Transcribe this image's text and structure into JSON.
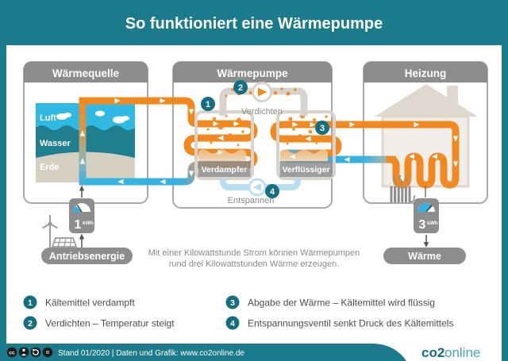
{
  "title": "So funktioniert eine Wärmepumpe",
  "boxes": {
    "source": "Wärmequelle",
    "pump": "Wärmepumpe",
    "heating": "Heizung"
  },
  "source_layers": {
    "air": "Luft",
    "water": "Wasser",
    "earth": "Erde"
  },
  "pump_labels": {
    "compress": "Verdichten",
    "evaporator": "Verdampfer",
    "condenser": "Verflüssiger",
    "expand": "Entspannen"
  },
  "badges": {
    "b1": "1",
    "b2": "2",
    "b3": "3",
    "b4": "4"
  },
  "meters": {
    "input_value": "1",
    "input_unit": "kWh",
    "output_value": "3",
    "output_unit": "kWh"
  },
  "pills": {
    "drive": "Antriebsenergie",
    "heat": "Wärme"
  },
  "caption": {
    "line1": "Mit einer Kilowattstunde Strom können Wärmepumpen",
    "line2": "rund drei Kilowattstunden Wärme erzeugen."
  },
  "legend": {
    "item1_num": "1",
    "item1_text": "Kältemittel verdampft",
    "item2_num": "2",
    "item2_text": "Verdichten – Temperatur steigt",
    "item3_num": "3",
    "item3_text": "Abgabe der Wärme – Kältemittel wird flüssig",
    "item4_num": "4",
    "item4_text": "Entspannungsventil senkt Druck des Kältemittels"
  },
  "footer": {
    "info": "Stand 01/2020  |  Daten und Grafik: www.co2online.de",
    "cc_label": "cc",
    "nd_label": "=",
    "logo_co2": "co2",
    "logo_online": "online"
  },
  "colors": {
    "teal": "#1b7b8d",
    "badge_teal": "#156f80",
    "orange": "#f0891f",
    "blue": "#35b2e2",
    "pale_blue": "#b9dff0",
    "gray": "#8d8d8d",
    "pipe_gray": "#d8d4cc",
    "sky": "#2fb9e3",
    "water": "#1f7f8e",
    "earth": "#d6d0c2"
  }
}
